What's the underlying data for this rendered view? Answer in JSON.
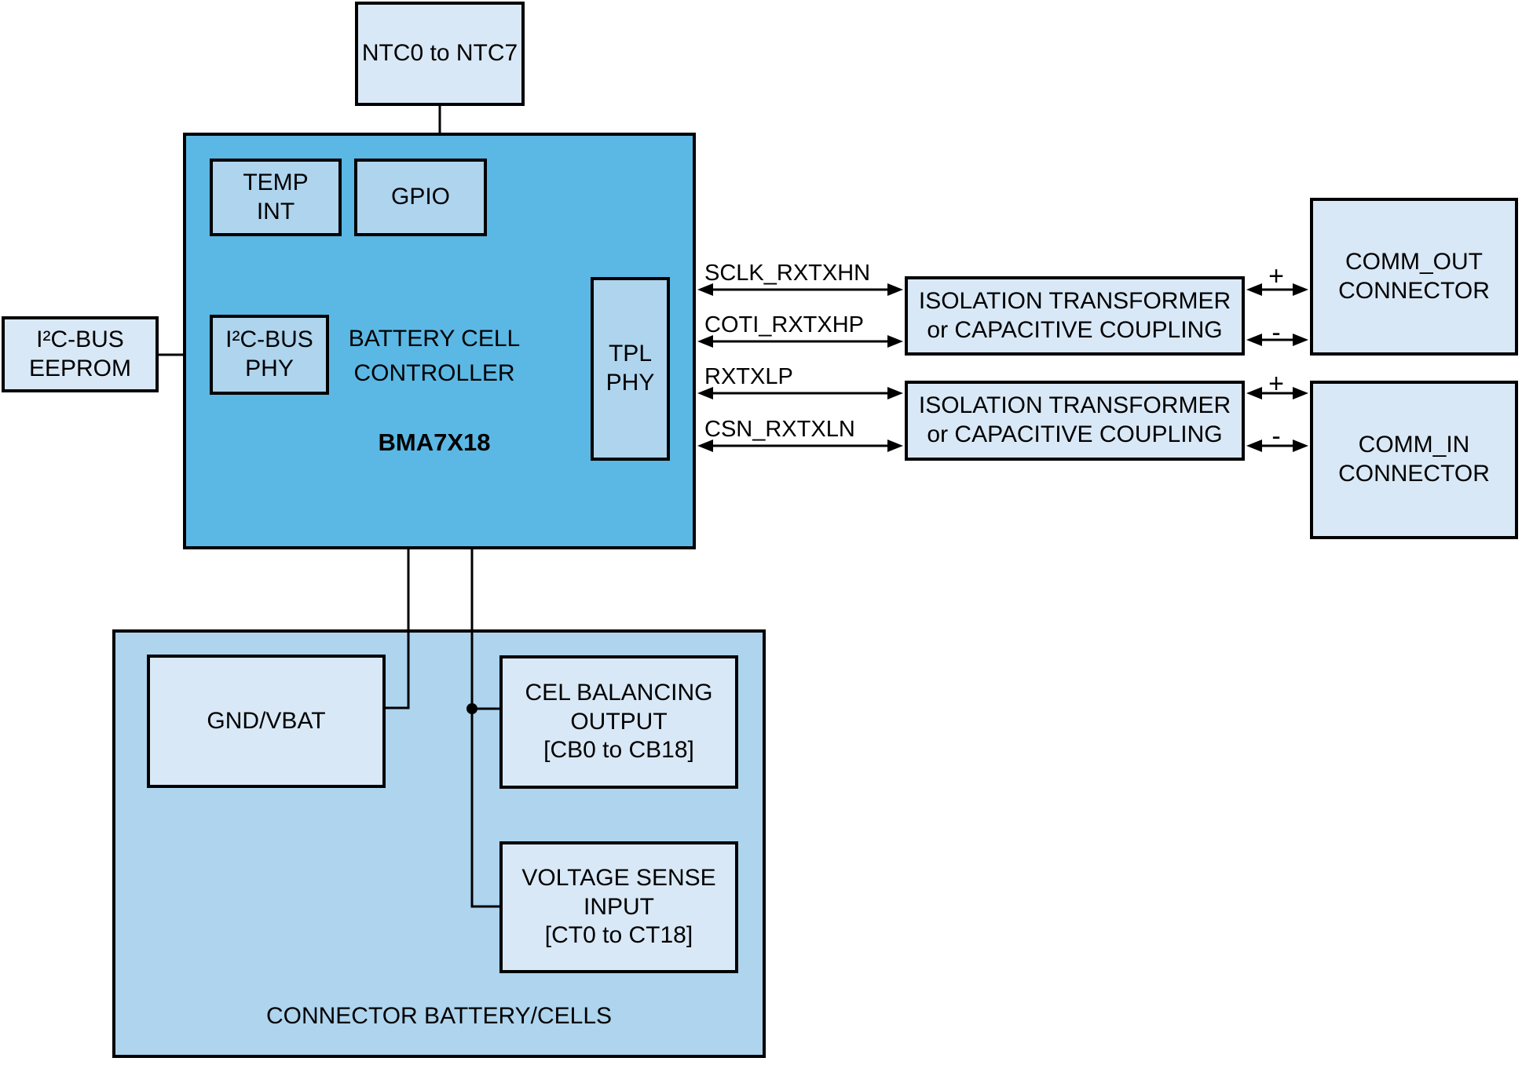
{
  "colors": {
    "controller_fill": "#5bb8e4",
    "module_fill": "#aed4ee",
    "light_fill": "#d9e8f6",
    "line": "#000000",
    "background": "#ffffff"
  },
  "blocks": {
    "ntc": {
      "label": "NTC0 to NTC7"
    },
    "controller": {
      "title": "BATTERY CELL\nCONTROLLER",
      "model": "BMA7X18",
      "temp_int": "TEMP\nINT",
      "gpio": "GPIO",
      "i2c_phy": "I²C-BUS\nPHY",
      "tpl_phy": "TPL\nPHY"
    },
    "eeprom": {
      "label": "I²C-BUS\nEEPROM"
    },
    "isolation_top": {
      "label": "ISOLATION TRANSFORMER\nor CAPACITIVE COUPLING"
    },
    "isolation_bottom": {
      "label": "ISOLATION TRANSFORMER\nor CAPACITIVE COUPLING"
    },
    "comm_out": {
      "label": "COMM_OUT\nCONNECTOR"
    },
    "comm_in": {
      "label": "COMM_IN\nCONNECTOR"
    },
    "battery": {
      "label": "CONNECTOR BATTERY/CELLS",
      "gnd_vbat": "GND/VBAT",
      "cell_balancing": "CEL BALANCING\nOUTPUT\n[CB0 to CB18]",
      "voltage_sense": "VOLTAGE SENSE\nINPUT\n[CT0 to CT18]"
    }
  },
  "signals": {
    "tpl": [
      "SCLK_RXTXHN",
      "COTI_RXTXHP",
      "RXTXLP",
      "CSN_RXTXLN"
    ],
    "plus": "+",
    "minus": "-"
  }
}
